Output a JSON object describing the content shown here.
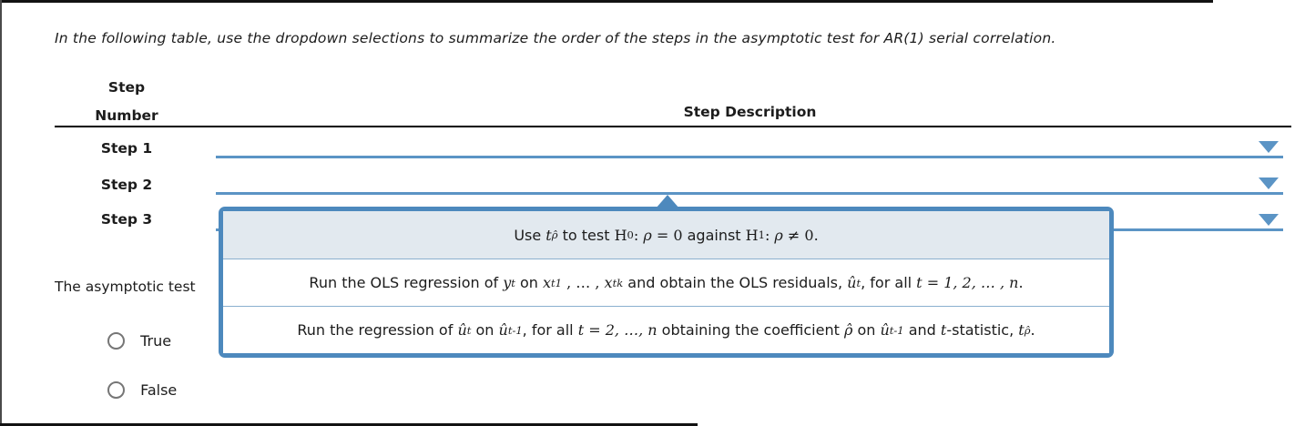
{
  "colors": {
    "accent": "#5b94c5",
    "panel_border": "#4d89bd",
    "option_highlight_bg": "#e2e9ef",
    "separator": "#8ab0cf",
    "frame": "#121212"
  },
  "instruction": "In the following table, use the dropdown selections to summarize the order of the steps in the asymptotic test for AR(1) serial correlation.",
  "table": {
    "col1_header_line1": "Step",
    "col1_header_line2": "Number",
    "col2_header": "Step Description",
    "rows": [
      {
        "label": "Step 1",
        "selected_value": ""
      },
      {
        "label": "Step 2",
        "selected_value": ""
      },
      {
        "label": "Step 3",
        "selected_value": ""
      }
    ]
  },
  "icons": {
    "dropdown_arrow": "triangle-down",
    "menu_pointer": "triangle-up"
  },
  "dropdown_menu": {
    "open_for_row": "Step 2",
    "options": [
      {
        "plain_text": "Use tρ̂ to test H0: ρ = 0 against H1: ρ ≠ 0.",
        "segments": [
          [
            "t",
            "Use "
          ],
          [
            "i",
            "t"
          ],
          [
            "si",
            "ρ̂"
          ],
          [
            "t",
            " to test "
          ],
          [
            "r",
            "H"
          ],
          [
            "s",
            "0"
          ],
          [
            "r",
            ": "
          ],
          [
            "i",
            "ρ"
          ],
          [
            "r",
            " = 0"
          ],
          [
            "t",
            " against "
          ],
          [
            "r",
            "H"
          ],
          [
            "s",
            "1"
          ],
          [
            "r",
            ": "
          ],
          [
            "i",
            "ρ"
          ],
          [
            "r",
            " ≠ 0."
          ]
        ]
      },
      {
        "plain_text": "Run the OLS regression of yt on xt1 , … , xtk and obtain the OLS residuals, ût, for all t = 1, 2, … , n.",
        "segments": [
          [
            "t",
            "Run the OLS regression of "
          ],
          [
            "i",
            "y"
          ],
          [
            "si",
            "t"
          ],
          [
            "t",
            " on "
          ],
          [
            "i",
            "x"
          ],
          [
            "si",
            "t1"
          ],
          [
            "r",
            " , … , "
          ],
          [
            "i",
            "x"
          ],
          [
            "si",
            "tk"
          ],
          [
            "t",
            " and obtain the OLS residuals, "
          ],
          [
            "i",
            "û"
          ],
          [
            "si",
            "t"
          ],
          [
            "t",
            ", for all "
          ],
          [
            "i",
            "t"
          ],
          [
            "r",
            " = "
          ],
          [
            "i",
            "1, 2, … , n"
          ],
          [
            "r",
            "."
          ]
        ]
      },
      {
        "plain_text": "Run the regression of ût on ût-1, for all t = 2, …, n obtaining the coefficient ρ̂ on ût-1 and t-statistic, tρ̂.",
        "segments": [
          [
            "t",
            "Run the regression of "
          ],
          [
            "i",
            "û"
          ],
          [
            "si",
            "t"
          ],
          [
            "t",
            " on "
          ],
          [
            "i",
            "û"
          ],
          [
            "si",
            "t-1"
          ],
          [
            "t",
            ", for all "
          ],
          [
            "i",
            "t"
          ],
          [
            "r",
            " = "
          ],
          [
            "i",
            "2, …, n"
          ],
          [
            "t",
            " obtaining the coefficient "
          ],
          [
            "i",
            "ρ̂"
          ],
          [
            "t",
            " on "
          ],
          [
            "i",
            "û"
          ],
          [
            "si",
            "t-1"
          ],
          [
            "t",
            " and "
          ],
          [
            "i",
            "t"
          ],
          [
            "t",
            "-statistic, "
          ],
          [
            "i",
            "t"
          ],
          [
            "si",
            "ρ̂"
          ],
          [
            "r",
            "."
          ]
        ]
      }
    ]
  },
  "statement_partial": "The asymptotic test",
  "radio_group": {
    "options": [
      {
        "label": "True",
        "checked": false
      },
      {
        "label": "False",
        "checked": false
      }
    ]
  }
}
